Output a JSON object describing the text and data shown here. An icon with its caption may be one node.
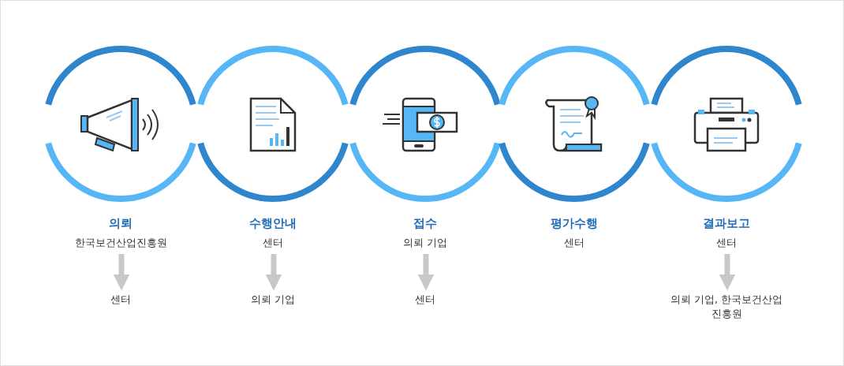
{
  "diagram": {
    "nodes": [
      {
        "text": [
          "의뢰",
          "한국보건산업진흥원"
        ]
      },
      {
        "text": [
          "센터"
        ]
      },
      {
        "text": [
          "수행안내",
          "센터"
        ]
      },
      {
        "text": [
          "의뢰 기업"
        ]
      },
      {
        "text": [
          "접수",
          "의뢰 기업"
        ]
      },
      {
        "text": [
          "센터"
        ]
      },
      {
        "text": [
          "평가수행",
          "센터"
        ]
      },
      {
        "text": [
          "결과보고",
          "센터"
        ]
      },
      {
        "text": [
          "의뢰 기업, 한국보건산업진흥원"
        ]
      }
    ],
    "edges": [
      {
        "from": 0,
        "to": 1,
        "arrow": "to"
      },
      {
        "from": 2,
        "to": 3,
        "arrow": "to"
      },
      {
        "from": 4,
        "to": 5,
        "arrow": "to"
      },
      {
        "from": 7,
        "to": 8,
        "arrow": "to"
      }
    ]
  }
}
